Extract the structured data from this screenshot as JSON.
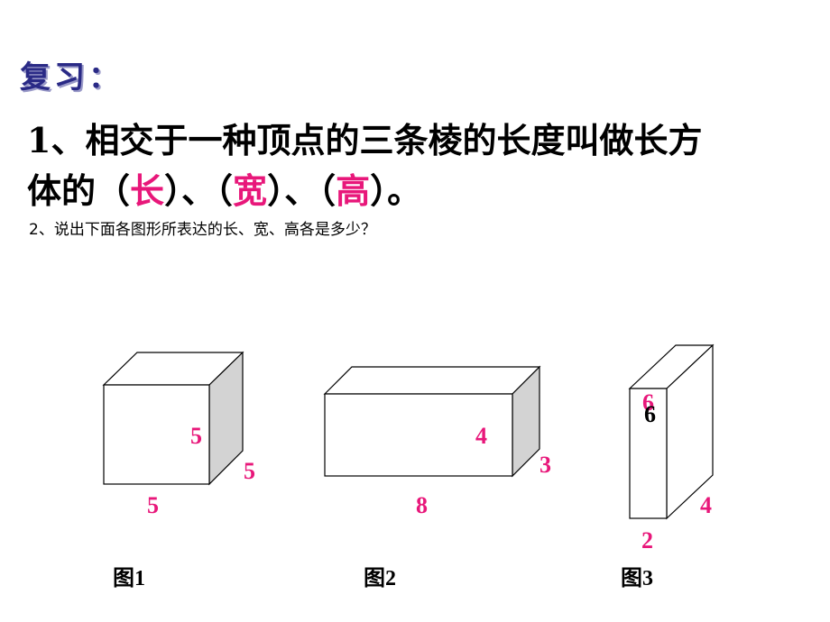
{
  "review": {
    "title": "复习："
  },
  "question1": {
    "text_line1": "1、相交于一种顶点的三条棱的长度叫做长方",
    "text_line2_start": "体的（",
    "answer1": "长",
    "sep1": "）、（",
    "answer2": "宽",
    "sep2": "）、（",
    "answer3": "高",
    "end": "）。"
  },
  "question2": {
    "text": "2、说出下面各图形所表达的长、宽、高各是多少？"
  },
  "figures": [
    {
      "caption": "图1",
      "length": "5",
      "width": "5",
      "height": "5"
    },
    {
      "caption": "图2",
      "length": "8",
      "width": "3",
      "height": "4"
    },
    {
      "caption": "图3",
      "length": "2",
      "width": "4",
      "height": "6",
      "height_overlay": "6"
    }
  ],
  "colors": {
    "answer": "#e8177a",
    "review": "#2a2a86",
    "side_face": "#d3d3d3"
  }
}
